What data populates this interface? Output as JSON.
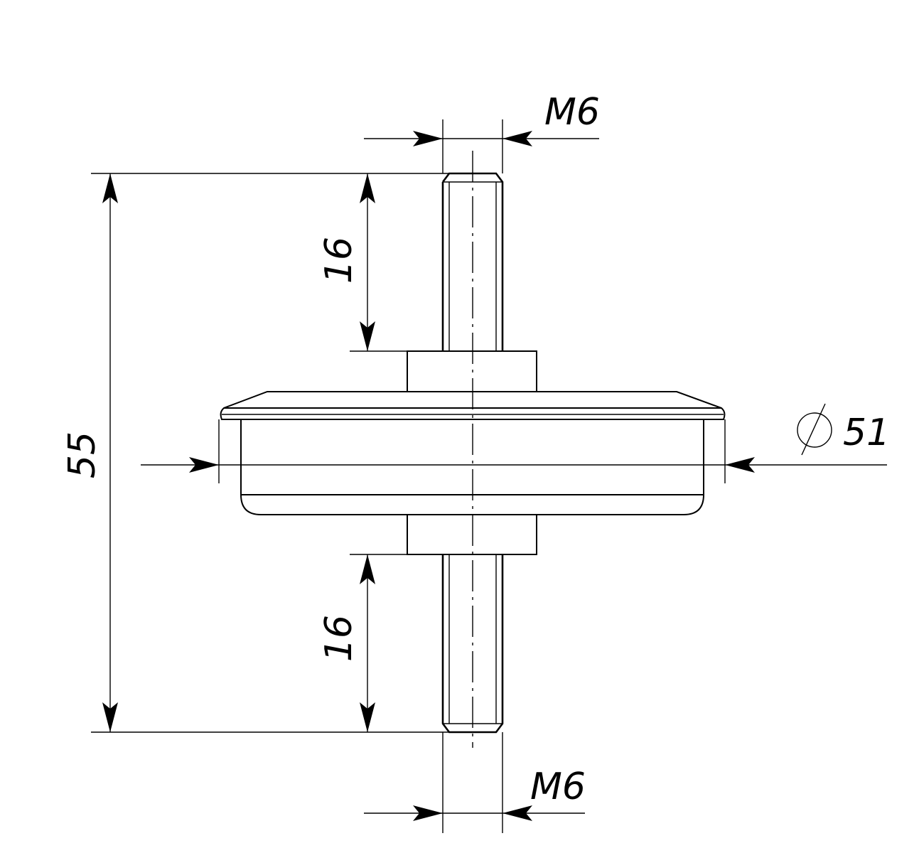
{
  "dimensions": {
    "thread_top": "M6",
    "thread_bottom": "M6",
    "stud_length_top": "16",
    "stud_length_bottom": "16",
    "overall_height": "55",
    "diameter_symbol": "⌀",
    "diameter_value": "51"
  },
  "colors": {
    "line": "#000000",
    "background": "#ffffff"
  }
}
